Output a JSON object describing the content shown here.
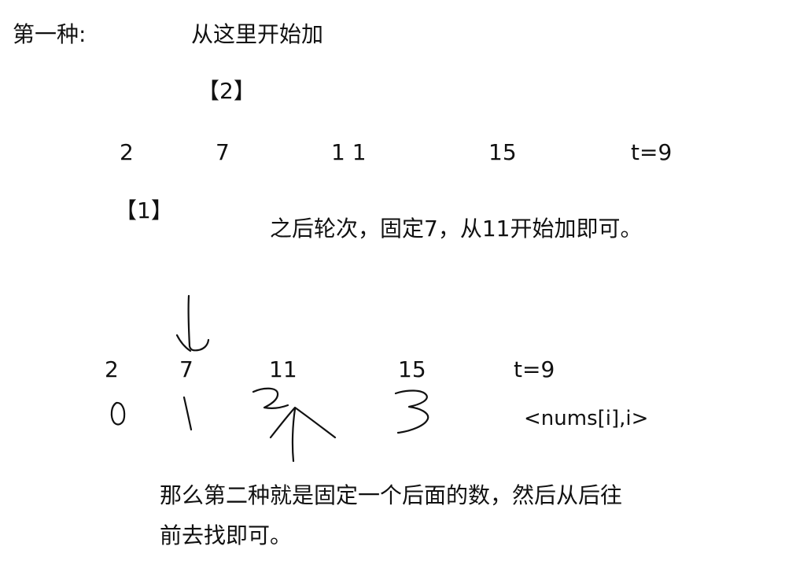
{
  "method_label": "第一种:",
  "start_here_note": "从这里开始加",
  "bracket_2": "【2】",
  "row1": {
    "nums": [
      "2",
      "7",
      "1 1",
      "15"
    ],
    "target": "t=9"
  },
  "bracket_1": "【1】",
  "next_round_note": "之后轮次，固定7，从11开始加即可。",
  "row2": {
    "nums": [
      "2",
      "7",
      "11",
      "15"
    ],
    "target": "t=9"
  },
  "pair_note": "<nums[i],i>",
  "second_method_line1": "那么第二种就是固定一个后面的数，然后从后往",
  "second_method_line2": "前去找即可。"
}
